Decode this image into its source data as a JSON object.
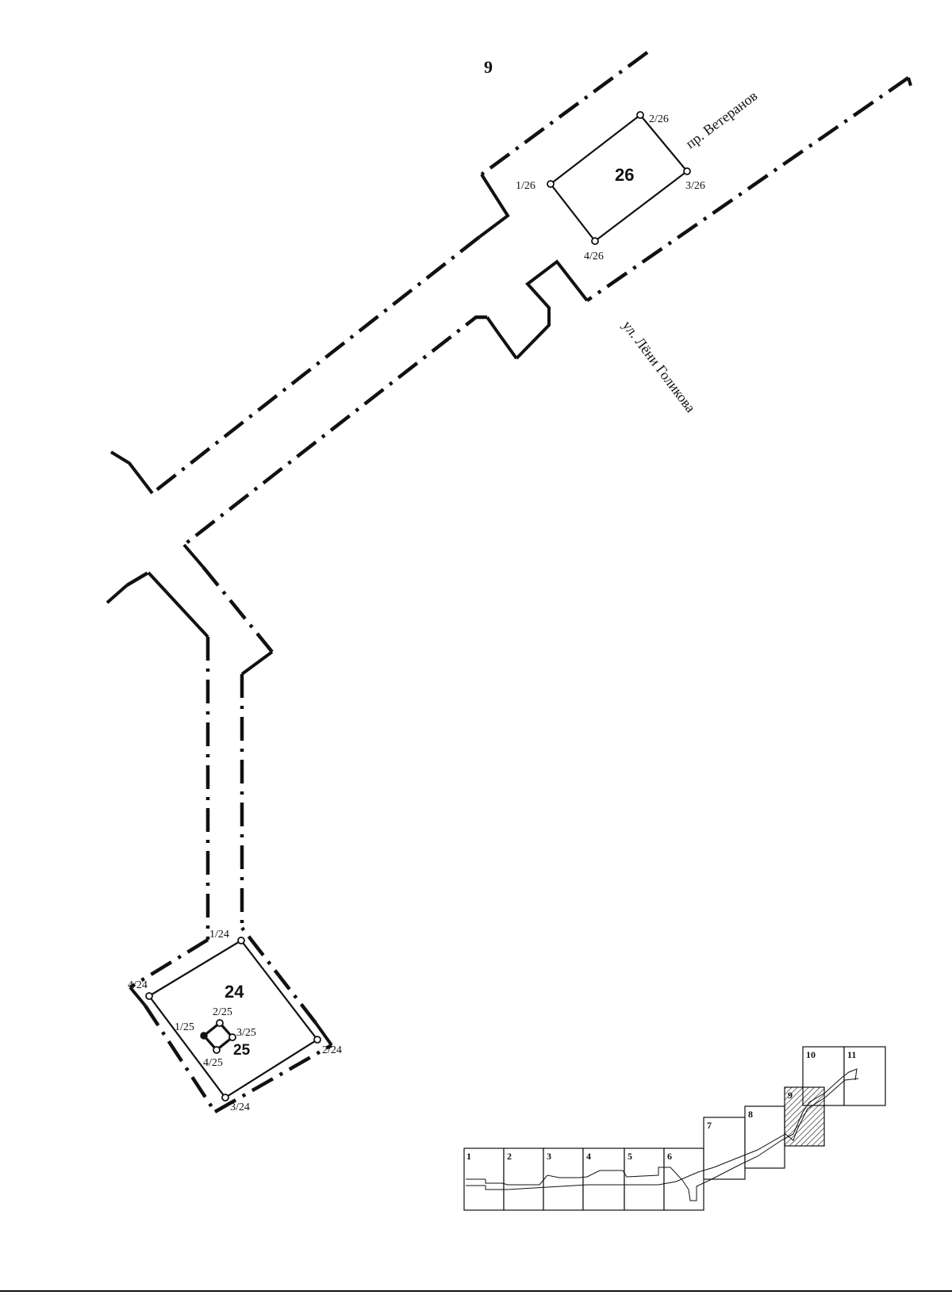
{
  "page": {
    "number": "9"
  },
  "streets": {
    "avenue": "пр. Ветеранов",
    "street": "ул. Лёни Голикова"
  },
  "parcels": {
    "p26": {
      "number": "26",
      "points": [
        "1/26",
        "2/26",
        "3/26",
        "4/26"
      ]
    },
    "p24": {
      "number": "24",
      "points": [
        "1/24",
        "2/24",
        "3/24",
        "4/24"
      ]
    },
    "p25": {
      "number": "25",
      "points": [
        "1/25",
        "2/25",
        "3/25",
        "4/25"
      ]
    }
  },
  "index_map": {
    "sheets": [
      "1",
      "2",
      "3",
      "4",
      "5",
      "6",
      "7",
      "8",
      "9",
      "10",
      "11"
    ],
    "highlighted_sheet": "9"
  },
  "colors": {
    "ink": "#111111",
    "paper": "#ffffff"
  }
}
